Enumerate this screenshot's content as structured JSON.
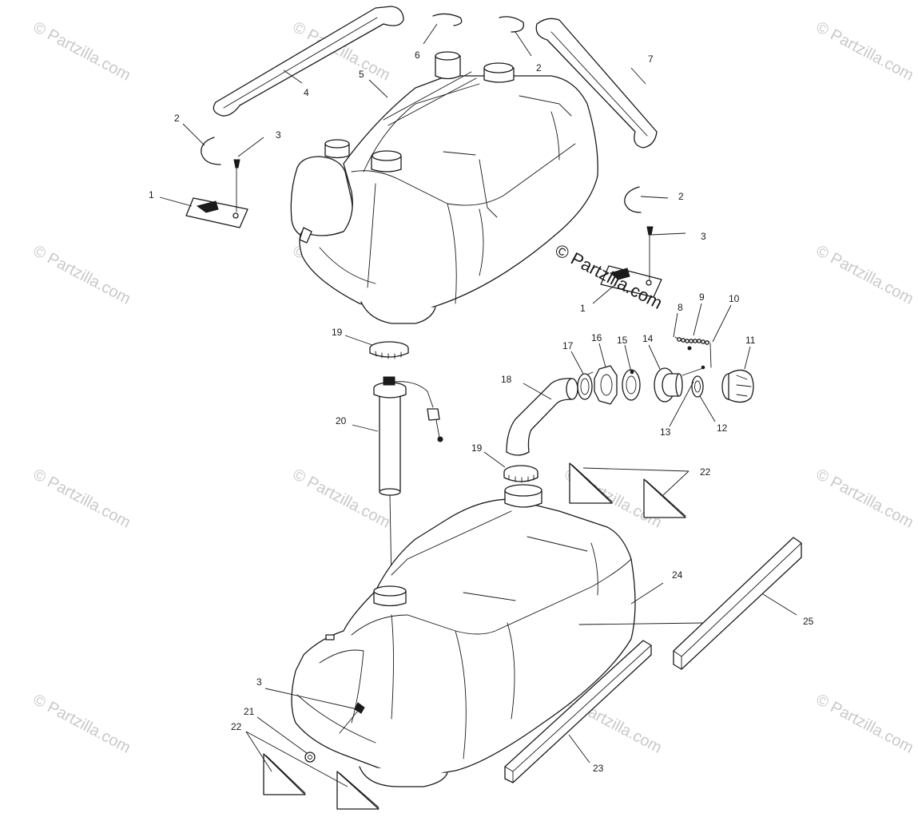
{
  "watermark": {
    "text": "© Partzilla.com",
    "color": "#c9c9c9"
  },
  "callouts": {
    "c1a": "1",
    "c1b": "1",
    "c2a": "2",
    "c2b": "2",
    "c2c": "2",
    "c3a": "3",
    "c3b": "3",
    "c3c": "3",
    "c4": "4",
    "c5": "5",
    "c6": "6",
    "c7": "7",
    "c8": "8",
    "c9": "9",
    "c10": "10",
    "c11": "11",
    "c12": "12",
    "c13": "13",
    "c14": "14",
    "c15": "15",
    "c16": "16",
    "c17": "17",
    "c18": "18",
    "c19a": "19",
    "c19b": "19",
    "c20": "20",
    "c21": "21",
    "c22a": "22",
    "c22b": "22",
    "c23": "23",
    "c24": "24",
    "c25": "25"
  }
}
